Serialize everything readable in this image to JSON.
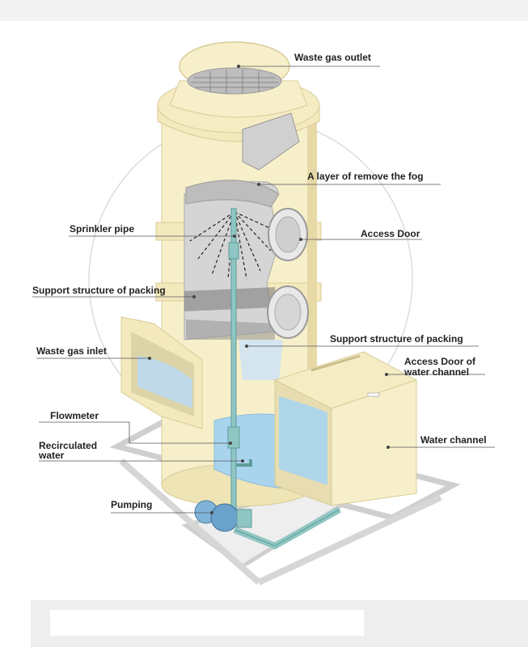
{
  "diagram": {
    "labels": {
      "waste_gas_outlet": "Waste gas outlet",
      "fog_layer": "A layer of remove the fog",
      "sprinkler_pipe": "Sprinkler pipe",
      "access_door": "Access Door",
      "support_left": "Support structure of packing",
      "support_right": "Support structure of packing",
      "waste_gas_inlet": "Waste gas inlet",
      "access_door_water_line1": "Access Door of",
      "access_door_water_line2": "water channel",
      "flowmeter": "Flowmeter",
      "recirculated_line1": "Recirculated",
      "recirculated_line2": "water",
      "water_channel": "Water channel",
      "pumping": "Pumping"
    },
    "colors": {
      "tower_body": "#f7efc9",
      "tower_shadow": "#e6d9a6",
      "packing": "#c8c8c8",
      "water": "#a9d4ee",
      "pipe": "#8fc6c3",
      "frame": "#e4e4e4",
      "leader_line": "#555555"
    }
  }
}
